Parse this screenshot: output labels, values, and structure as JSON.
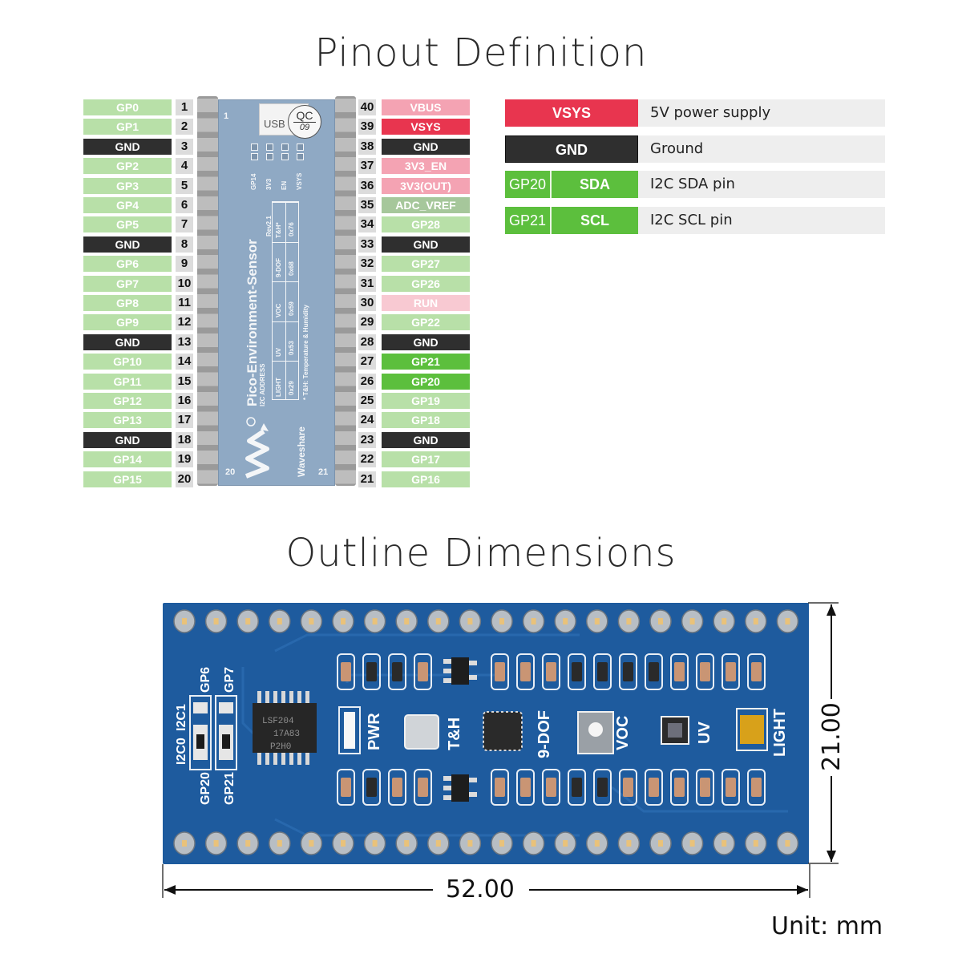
{
  "titles": {
    "pinout": "Pinout Definition",
    "outline": "Outline Dimensions"
  },
  "colors": {
    "gpio": "#b8e0a8",
    "gnd": "#2f2f2f",
    "power_light": "#f4a3b3",
    "vsys": "#e8354f",
    "adc_vref": "#a6c79b",
    "run": "#f8c9d2",
    "i2c": "#5cbf3d",
    "legend_bg": "#eeeeee",
    "pcb_blue": "#1e5b9e",
    "module_blue": "#8fa9c4"
  },
  "left_pins": [
    {
      "num": "1",
      "label": "GP0",
      "type": "gpio"
    },
    {
      "num": "2",
      "label": "GP1",
      "type": "gpio"
    },
    {
      "num": "3",
      "label": "GND",
      "type": "gnd"
    },
    {
      "num": "4",
      "label": "GP2",
      "type": "gpio"
    },
    {
      "num": "5",
      "label": "GP3",
      "type": "gpio"
    },
    {
      "num": "6",
      "label": "GP4",
      "type": "gpio"
    },
    {
      "num": "7",
      "label": "GP5",
      "type": "gpio"
    },
    {
      "num": "8",
      "label": "GND",
      "type": "gnd"
    },
    {
      "num": "9",
      "label": "GP6",
      "type": "gpio"
    },
    {
      "num": "10",
      "label": "GP7",
      "type": "gpio"
    },
    {
      "num": "11",
      "label": "GP8",
      "type": "gpio"
    },
    {
      "num": "12",
      "label": "GP9",
      "type": "gpio"
    },
    {
      "num": "13",
      "label": "GND",
      "type": "gnd"
    },
    {
      "num": "14",
      "label": "GP10",
      "type": "gpio"
    },
    {
      "num": "15",
      "label": "GP11",
      "type": "gpio"
    },
    {
      "num": "16",
      "label": "GP12",
      "type": "gpio"
    },
    {
      "num": "17",
      "label": "GP13",
      "type": "gpio"
    },
    {
      "num": "18",
      "label": "GND",
      "type": "gnd"
    },
    {
      "num": "19",
      "label": "GP14",
      "type": "gpio"
    },
    {
      "num": "20",
      "label": "GP15",
      "type": "gpio"
    }
  ],
  "right_pins": [
    {
      "num": "40",
      "label": "VBUS",
      "type": "power_light"
    },
    {
      "num": "39",
      "label": "VSYS",
      "type": "vsys"
    },
    {
      "num": "38",
      "label": "GND",
      "type": "gnd"
    },
    {
      "num": "37",
      "label": "3V3_EN",
      "type": "power_light"
    },
    {
      "num": "36",
      "label": "3V3(OUT)",
      "type": "power_light"
    },
    {
      "num": "35",
      "label": "ADC_VREF",
      "type": "adc_vref"
    },
    {
      "num": "34",
      "label": "GP28",
      "type": "gpio"
    },
    {
      "num": "33",
      "label": "GND",
      "type": "gnd"
    },
    {
      "num": "32",
      "label": "GP27",
      "type": "gpio"
    },
    {
      "num": "31",
      "label": "GP26",
      "type": "gpio"
    },
    {
      "num": "30",
      "label": "RUN",
      "type": "run"
    },
    {
      "num": "29",
      "label": "GP22",
      "type": "gpio"
    },
    {
      "num": "28",
      "label": "GND",
      "type": "gnd"
    },
    {
      "num": "27",
      "label": "GP21",
      "type": "i2c"
    },
    {
      "num": "26",
      "label": "GP20",
      "type": "i2c"
    },
    {
      "num": "25",
      "label": "GP19",
      "type": "gpio"
    },
    {
      "num": "24",
      "label": "GP18",
      "type": "gpio"
    },
    {
      "num": "23",
      "label": "GND",
      "type": "gnd"
    },
    {
      "num": "22",
      "label": "GP17",
      "type": "gpio"
    },
    {
      "num": "21",
      "label": "GP16",
      "type": "gpio"
    }
  ],
  "module": {
    "name": "Pico-Environment-Sensor",
    "rev": "Rev2.1",
    "usb": "USB",
    "qc": "QC",
    "qc_num": "09",
    "corner_1": "1",
    "corner_20": "20",
    "corner_21": "21",
    "brand": "Waveshare",
    "jumpers": [
      "GP14",
      "3V3",
      "EN",
      "VSYS"
    ],
    "i2c_address_label": "I2C ADDRESS",
    "i2c_table": [
      {
        "sensor": "LIGHT",
        "addr": "0x29"
      },
      {
        "sensor": "UV",
        "addr": "0x53"
      },
      {
        "sensor": "VOC",
        "addr": "0x59"
      },
      {
        "sensor": "9-DOF",
        "addr": "0x68"
      },
      {
        "sensor": "T&H*",
        "addr": "0x76"
      }
    ],
    "footnote": "* T&H: Temperature & Humidity"
  },
  "legend": [
    {
      "keys": [
        {
          "text": "VSYS",
          "type": "vsys"
        }
      ],
      "desc": "5V power supply"
    },
    {
      "keys": [
        {
          "text": "GND",
          "type": "gnd"
        }
      ],
      "desc": "Ground"
    },
    {
      "keys": [
        {
          "text": "GP20",
          "type": "i2c"
        },
        {
          "text": "SDA",
          "type": "i2c"
        }
      ],
      "desc": "I2C SDA pin"
    },
    {
      "keys": [
        {
          "text": "GP21",
          "type": "i2c"
        },
        {
          "text": "SCL",
          "type": "i2c"
        }
      ],
      "desc": "I2C SCL pin"
    }
  ],
  "board": {
    "silk_labels": {
      "gp6": "GP6",
      "gp7": "GP7",
      "i2c0": "I2C0",
      "i2c1": "I2C1",
      "gp20": "GP20",
      "gp21": "GP21",
      "chip_line1": "LSF204",
      "chip_line2": "17A83",
      "chip_line3": "P2H0",
      "pwr": "PWR",
      "th": "T&H",
      "dof": "9-DOF",
      "voc": "VOC",
      "uv": "UV",
      "light": "LIGHT"
    },
    "pins_per_row": 20
  },
  "dimensions": {
    "width": "52.00",
    "height": "21.00",
    "unit": "Unit: mm"
  }
}
